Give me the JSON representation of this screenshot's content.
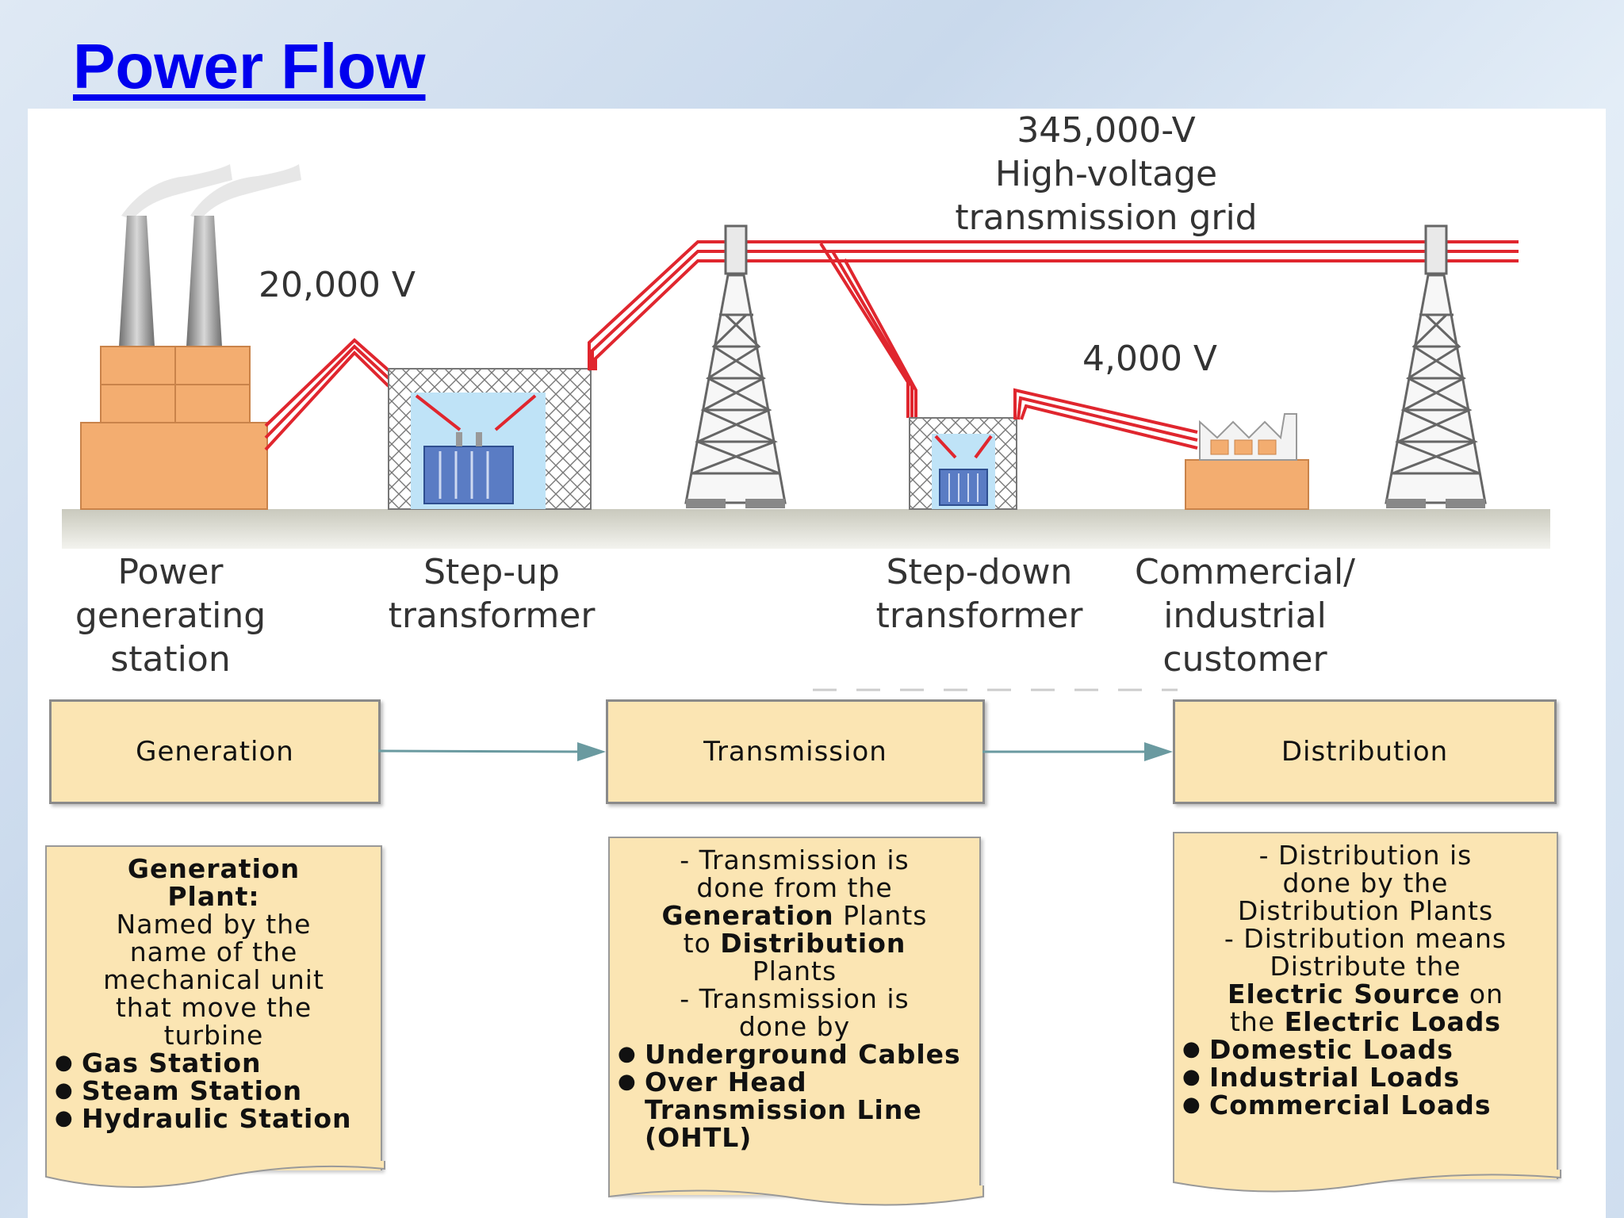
{
  "title": "Power Flow",
  "illustration": {
    "voltage_generation": "20,000 V",
    "voltage_grid": [
      "345,000-V",
      "High-voltage",
      "transmission grid"
    ],
    "voltage_distribution": "4,000 V",
    "labels": {
      "power_station": [
        "Power",
        "generating",
        "station"
      ],
      "step_up": [
        "Step-up",
        "transformer"
      ],
      "step_down": [
        "Step-down",
        "transformer"
      ],
      "customer": [
        "Commercial/",
        "industrial",
        "customer"
      ]
    },
    "colors": {
      "line": "#e0262e",
      "building": "#f3ad70",
      "ground": "#d9d9cf",
      "transformer": "#5a7cc4"
    }
  },
  "flow": {
    "stages": [
      "Generation",
      "Transmission",
      "Distribution"
    ],
    "arrow_color": "#6a9aa0"
  },
  "notes": {
    "generation": {
      "heading_1": "Generation",
      "heading_2": "Plant:",
      "text": [
        "Named by the",
        "name of the",
        "mechanical unit",
        "that move the",
        "turbine"
      ],
      "bullets": [
        "Gas Station",
        "Steam Station",
        "Hydraulic Station"
      ]
    },
    "transmission": {
      "line_1": "- Transmission is",
      "line_2": "done from the",
      "bold_generation": "Generation",
      "plants_word": "Plants",
      "to_word": "to",
      "bold_distribution": "Distribution",
      "line_5": "Plants",
      "line_6": "- Transmission is",
      "line_7": "done by",
      "bullets": [
        "Underground Cables",
        "Over Head Transmission Line (OHTL)"
      ]
    },
    "distribution": {
      "line_1": "- Distribution is",
      "line_2": "done by the",
      "line_3": "Distribution Plants",
      "line_4": "- Distribution means",
      "line_5": "Distribute the",
      "bold_source": "Electric Source",
      "on_word": "on",
      "the_word": "the",
      "bold_loads": "Electric Loads",
      "bullets": [
        "Domestic Loads",
        "Industrial Loads",
        "Commercial Loads"
      ]
    }
  }
}
